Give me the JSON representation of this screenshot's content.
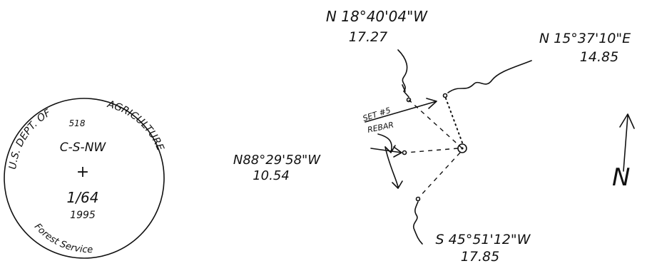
{
  "monument": {
    "ring_text_left": "U.S. DEPT. OF",
    "ring_text_right": "AGRICULTURE",
    "ring_text_bottom": "Forest Service",
    "number": "518",
    "corner_id": "C-S-NW",
    "mark": "+",
    "fraction": "1/64",
    "year": "1995"
  },
  "bearings": {
    "top": {
      "bearing": "N 18°40'04\"W",
      "distance": "17.27"
    },
    "top_right": {
      "bearing": "N 15°37'10\"E",
      "distance": "14.85"
    },
    "left": {
      "bearing": "N88°29'58\"W",
      "distance": "10.54"
    },
    "bottom": {
      "bearing": "S 45°51'12\"W",
      "distance": "17.85"
    }
  },
  "note": {
    "line1": "SET #5",
    "line2": "REBAR"
  },
  "north": {
    "label": "N"
  }
}
